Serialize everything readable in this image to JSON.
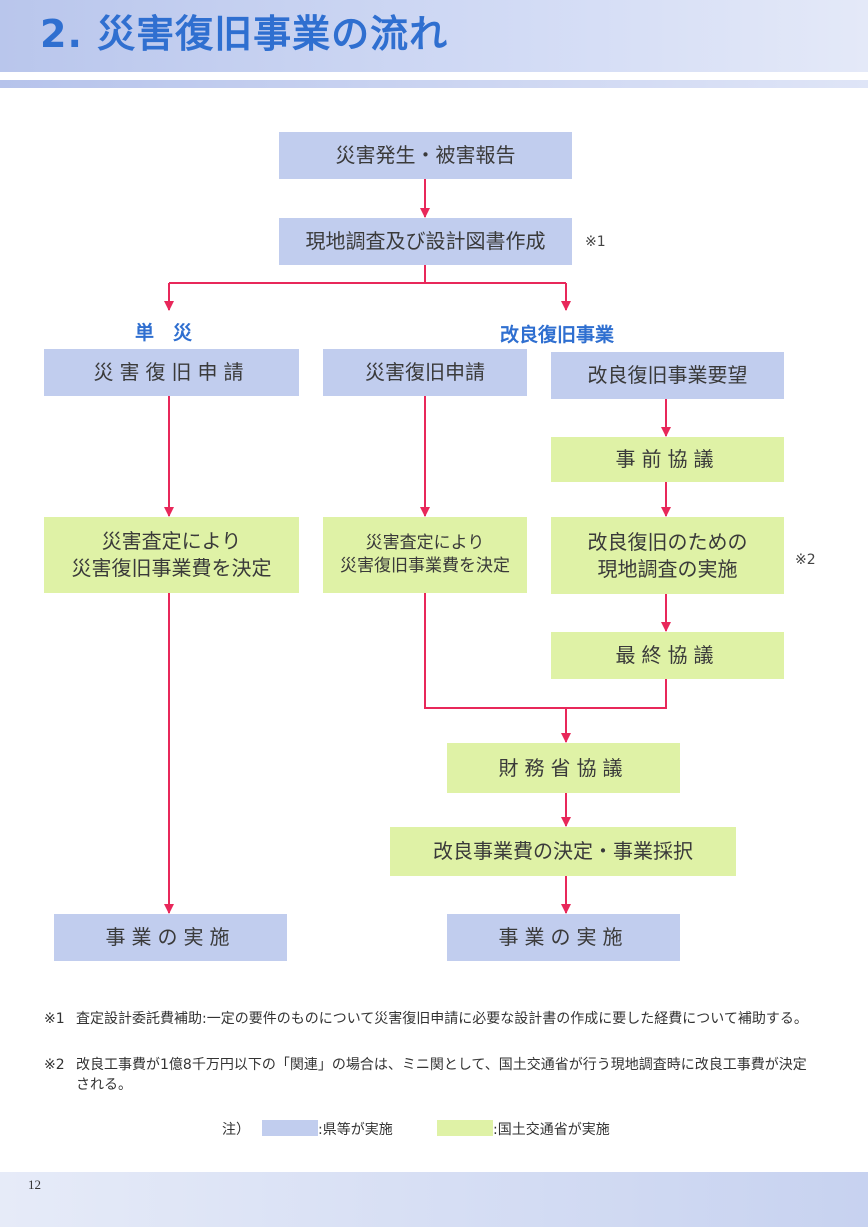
{
  "title": "2. 災害復旧事業の流れ",
  "flow": {
    "start": "災害発生・被害報告",
    "survey": "現地調査及び設計図書作成",
    "survey_mark": "※1",
    "branch_left": "単　災",
    "branch_right": "改良復旧事業",
    "left_apply": "災害復旧申請",
    "left_decide": [
      "災害査定により",
      "災害復旧事業費を決定"
    ],
    "left_exec": "事業の実施",
    "mid_apply": "災害復旧申請",
    "mid_decide": [
      "災害査定により",
      "災害復旧事業費を決定"
    ],
    "right_request": "改良復旧事業要望",
    "right_pre": "事前協議",
    "right_survey": [
      "改良復旧のための",
      "現地調査の実施"
    ],
    "right_mark": "※2",
    "right_final": "最終協議",
    "finance": "財務省協議",
    "adopt": "改良事業費の決定・事業採択",
    "exec": "事業の実施"
  },
  "notes": [
    {
      "mark": "※1",
      "text": "査定設計委託費補助:一定の要件のものについて災害復旧申請に必要な設計書の作成に要した経費について補助する。"
    },
    {
      "mark": "※2",
      "text": "改良工事費が1億8千万円以下の「関連」の場合は、ミニ関として、国土交通省が行う現地調査時に改良工事費が決定される。"
    }
  ],
  "legend": {
    "prefix": "注）",
    "pref_label": ":県等が実施",
    "mlit_label": ":国土交通省が実施"
  },
  "colors": {
    "pref": "#c1cdee",
    "mlit": "#dff2a6",
    "arrow": "#e8285a",
    "title": "#2f6fd0"
  },
  "page_number": "12"
}
